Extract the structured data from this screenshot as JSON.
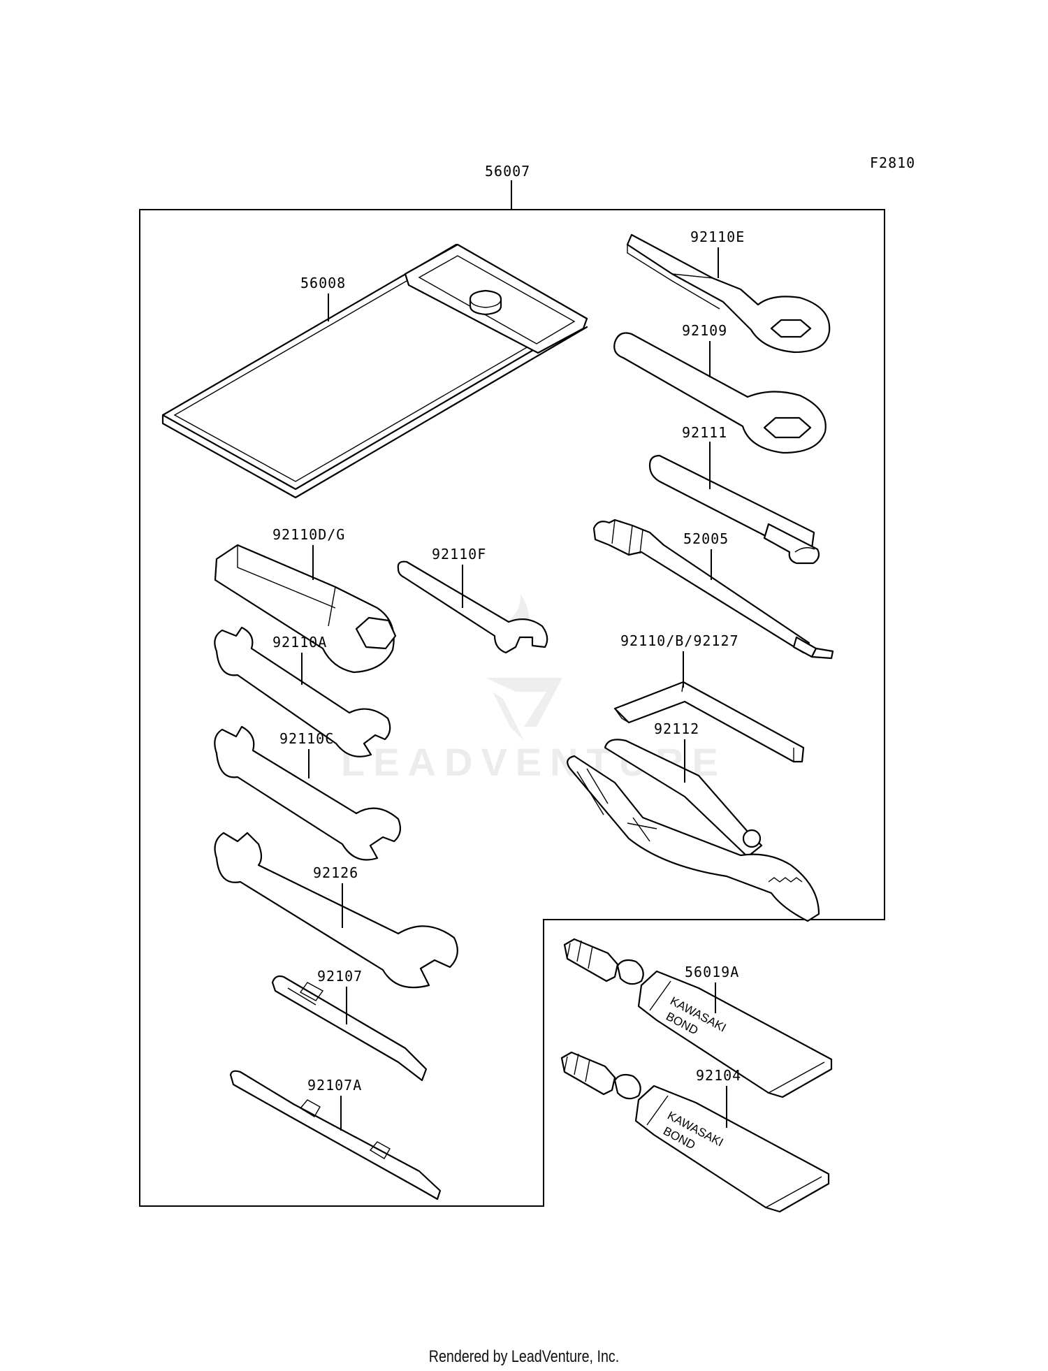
{
  "figure_code": "F2810",
  "assembly_label": "56007",
  "parts": [
    {
      "id": "56008"
    },
    {
      "id": "92110E"
    },
    {
      "id": "92109"
    },
    {
      "id": "92111"
    },
    {
      "id": "52005"
    },
    {
      "id": "92110D/G"
    },
    {
      "id": "92110F"
    },
    {
      "id": "92110A"
    },
    {
      "id": "92110/B/92127"
    },
    {
      "id": "92110C"
    },
    {
      "id": "92112"
    },
    {
      "id": "92126"
    },
    {
      "id": "92107"
    },
    {
      "id": "92107A"
    },
    {
      "id": "56019A"
    },
    {
      "id": "92104"
    }
  ],
  "tube_print": [
    "KAWASAKI",
    "BOND"
  ],
  "watermark": "LEADVENTURE",
  "footer": "Rendered by LeadVenture, Inc."
}
